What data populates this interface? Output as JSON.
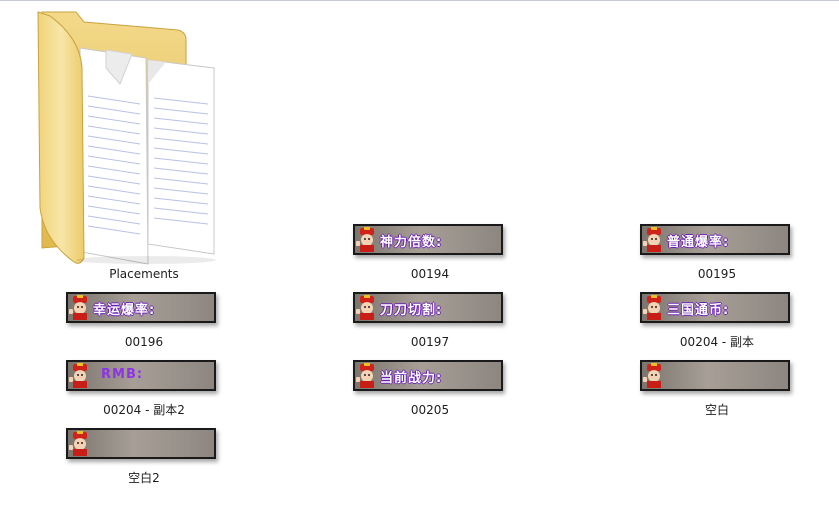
{
  "items": [
    {
      "name": "Placements",
      "type": "folder"
    },
    {
      "name": "00194",
      "caption": "神力倍数:"
    },
    {
      "name": "00195",
      "caption": "普通爆率:"
    },
    {
      "name": "00196",
      "caption": "幸运爆率:"
    },
    {
      "name": "00197",
      "caption": "刀刀切割:"
    },
    {
      "name": "00204 - 副本",
      "caption": "三国通币:"
    },
    {
      "name": "00204 - 副本2",
      "caption": "RMB:"
    },
    {
      "name": "00205",
      "caption": "当前战力:"
    },
    {
      "name": "空白",
      "caption": ""
    },
    {
      "name": "空白2",
      "caption": ""
    }
  ],
  "colors": {
    "thumb_border": "#1a1a1a",
    "thumb_fill": "#a79f97",
    "caption_outline": "#6a1fb3",
    "rmb_text": "#8f32e8"
  }
}
